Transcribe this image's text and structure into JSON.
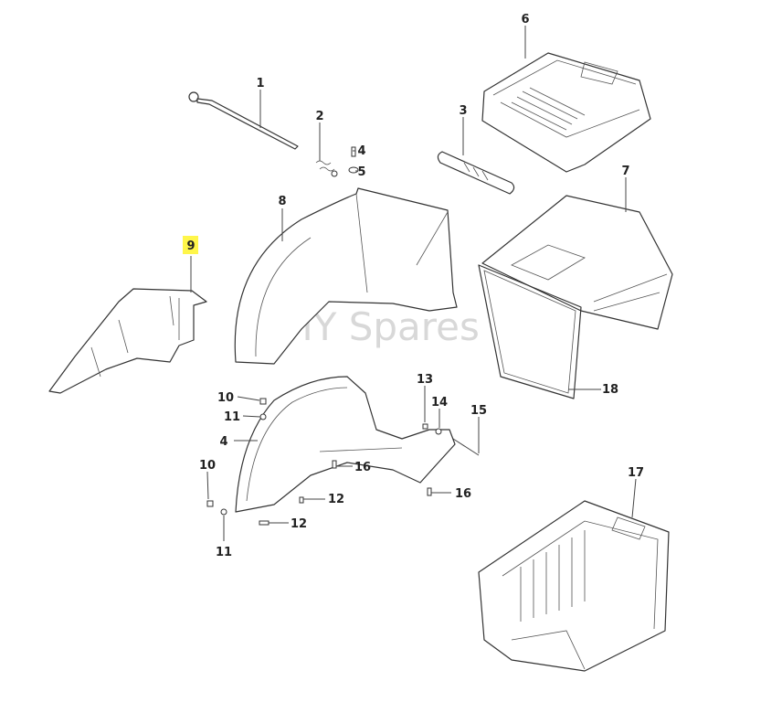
{
  "watermark": "DIY Spares",
  "highlight_color": "#fff64a",
  "callouts": [
    {
      "label": "1"
    },
    {
      "label": "2"
    },
    {
      "label": "4"
    },
    {
      "label": "5"
    },
    {
      "label": "3"
    },
    {
      "label": "6"
    },
    {
      "label": "7"
    },
    {
      "label": "8"
    },
    {
      "label": "9",
      "highlighted": true
    },
    {
      "label": "18"
    },
    {
      "label": "10"
    },
    {
      "label": "11"
    },
    {
      "label": "13"
    },
    {
      "label": "14"
    },
    {
      "label": "15"
    },
    {
      "label": "4"
    },
    {
      "label": "16"
    },
    {
      "label": "10"
    },
    {
      "label": "12"
    },
    {
      "label": "16"
    },
    {
      "label": "12"
    },
    {
      "label": "11"
    },
    {
      "label": "17"
    }
  ]
}
